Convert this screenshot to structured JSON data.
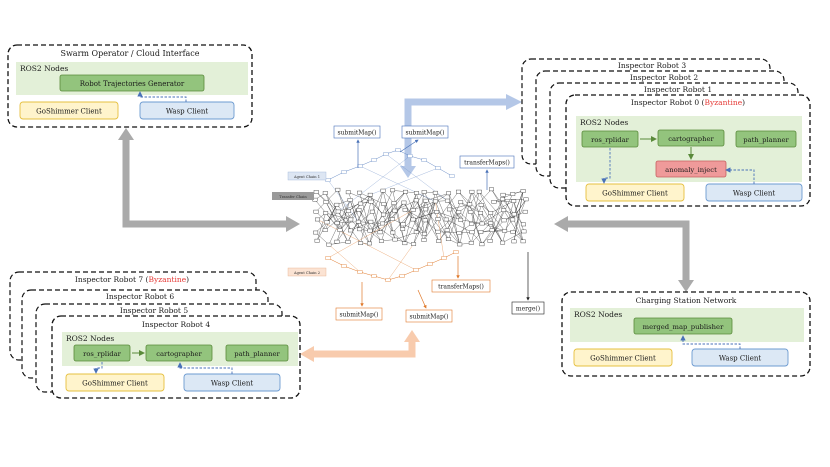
{
  "colors": {
    "ros_green_bg": "#e3f0d8",
    "node_green": "#93c47d",
    "node_green_border": "#5a8a3a",
    "goshimmer_bg": "#fff4cc",
    "goshimmer_border": "#e6c040",
    "wasp_bg": "#dce8f5",
    "wasp_border": "#6d9bd1",
    "anomaly_bg": "#ef9a9a",
    "byzantine_red": "#e53935",
    "arrow_gray": "#aaaaaa",
    "arrow_blue": "#b4c7e7",
    "arrow_orange": "#f8cbad",
    "chain_blue": "#6d8fc7",
    "chain_orange": "#e07a2c"
  },
  "swarm_operator": {
    "title": "Swarm Operator / Cloud Interface",
    "ros2_label": "ROS2 Nodes",
    "node": "Robot Trajectories Generator",
    "goshimmer": "GoShimmer Client",
    "wasp": "Wasp Client"
  },
  "robots_right": {
    "stack_titles": [
      "Inspector Robot 3",
      "Inspector Robot 2",
      "Inspector Robot 1"
    ],
    "front_title": "Inspector Robot 0 (",
    "front_byzantine": "Byzantine",
    "front_title_end": ")",
    "ros2_label": "ROS2 Nodes",
    "nodes": [
      "ros_rplidar",
      "cartographer",
      "path_planner"
    ],
    "anomaly": "anomaly_inject",
    "goshimmer": "GoShimmer Client",
    "wasp": "Wasp Client"
  },
  "robots_left": {
    "top_title": "Inspector Robot 7 (",
    "top_byzantine": "Byzantine",
    "top_title_end": ")",
    "stack_titles": [
      "Inspector Robot 6",
      "Inspector Robot 5"
    ],
    "front_title": "Inspector Robot 4",
    "ros2_label": "ROS2 Nodes",
    "nodes": [
      "ros_rplidar",
      "cartographer",
      "path_planner"
    ],
    "goshimmer": "GoShimmer Client",
    "wasp": "Wasp Client"
  },
  "charging": {
    "title": "Charging Station Network",
    "ros2_label": "ROS2 Nodes",
    "node": "merged_map_publisher",
    "goshimmer": "GoShimmer Client",
    "wasp": "Wasp Client"
  },
  "dag": {
    "top_calls": [
      "submitMap()",
      "submitMap()",
      "transferMaps()"
    ],
    "bottom_calls": [
      "submitMap()",
      "submitMap()",
      "transferMaps()"
    ],
    "merge": "merge()",
    "chain_a": "Agent Chain 1",
    "chain_b": "Agent Chain 2",
    "transfer_chain": "Transfer Chain"
  }
}
